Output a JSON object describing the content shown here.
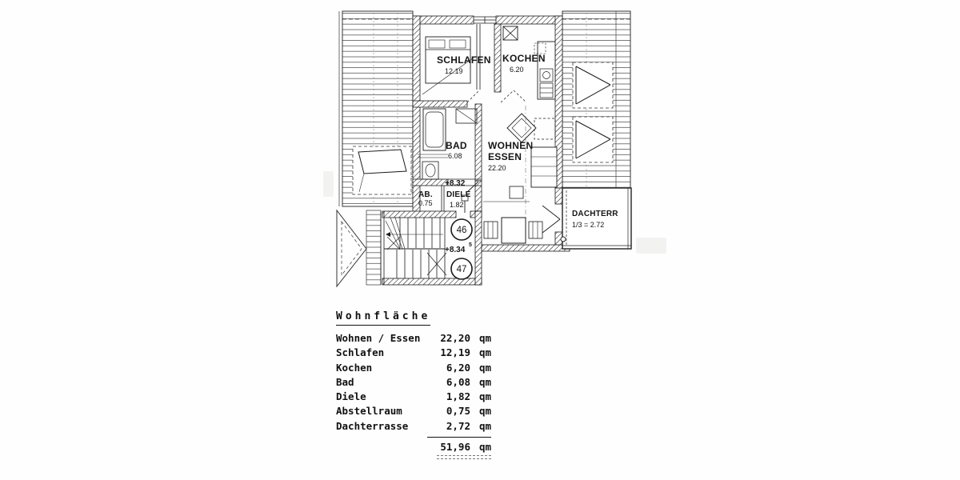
{
  "colors": {
    "ink": "#1b1b1b",
    "paper": "#ffffff"
  },
  "floor_plan": {
    "rooms": {
      "schlafen": {
        "name": "SCHLAFEN",
        "area": "12.19"
      },
      "kochen": {
        "name": "KOCHEN",
        "area": "6.20"
      },
      "bad": {
        "name": "BAD",
        "area": "6.08"
      },
      "wohnen": {
        "name": "WOHNEN",
        "name2": "ESSEN",
        "area": "22.20"
      },
      "abstellraum": {
        "name": "AB.",
        "area": "0.75"
      },
      "diele": {
        "name": "DIELE",
        "area": "1.82"
      },
      "dachterrasse": {
        "name": "DACHTERR",
        "area": "1/3 = 2.72"
      }
    },
    "marks": {
      "elevation_upper": "+8.32",
      "elevation_lower": "+8.34",
      "elevation_lower_sup": "5",
      "unit_circle_1": "46",
      "unit_circle_2": "47"
    }
  },
  "area_table": {
    "title": "Wohnfläche",
    "unit": "qm",
    "rows": [
      {
        "label": "Wohnen / Essen",
        "value": "22,20"
      },
      {
        "label": "Schlafen",
        "value": "12,19"
      },
      {
        "label": "Kochen",
        "value": "6,20"
      },
      {
        "label": "Bad",
        "value": "6,08"
      },
      {
        "label": "Diele",
        "value": "1,82"
      },
      {
        "label": "Abstellraum",
        "value": "0,75"
      },
      {
        "label": "Dachterrasse",
        "value": "2,72"
      }
    ],
    "total": {
      "value": "51,96"
    }
  }
}
